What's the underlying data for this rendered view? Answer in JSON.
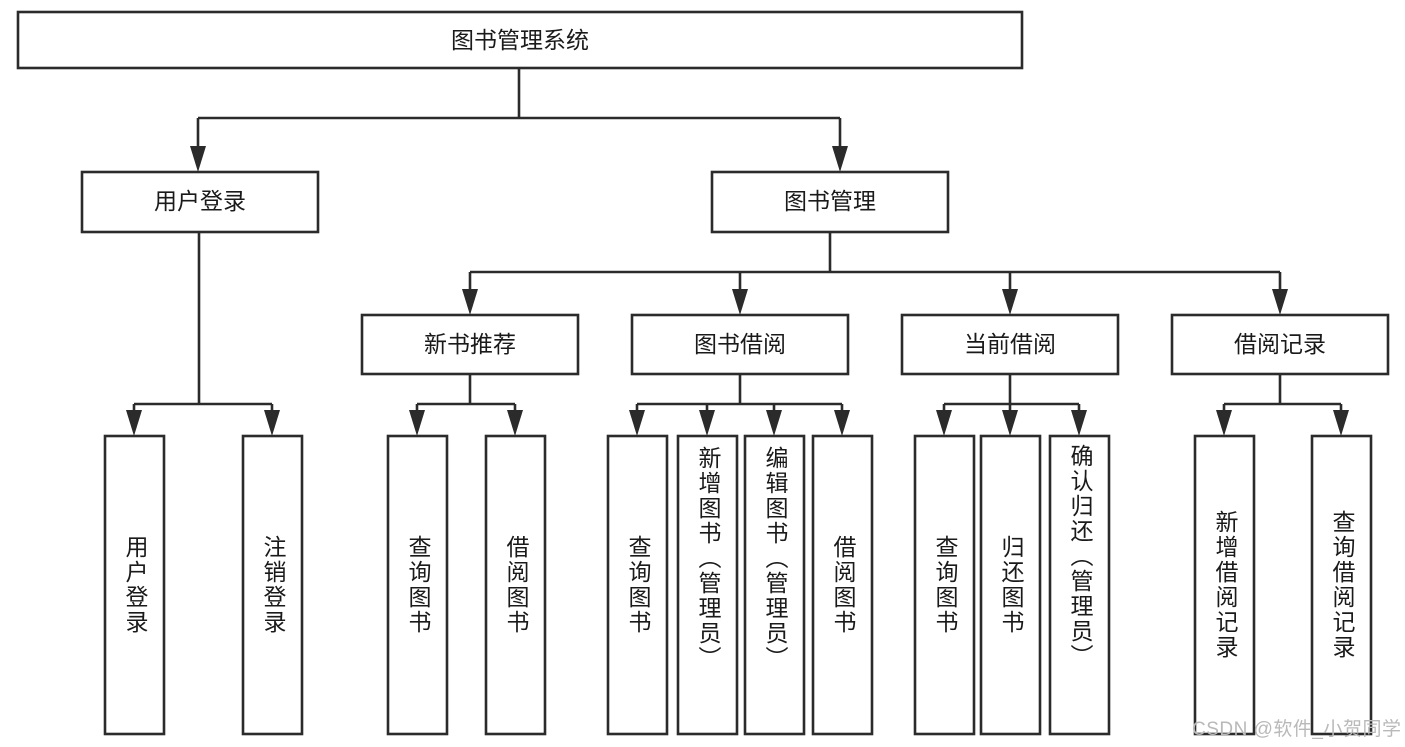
{
  "diagram": {
    "title": "图书管理系统",
    "type": "tree",
    "watermark": "CSDN @软件_小贺同学",
    "colors": {
      "stroke": "#2b2b2b",
      "fill": "#ffffff",
      "text": "#1a1a1a",
      "watermark": "#b9b9b9",
      "background": "#ffffff"
    },
    "root": {
      "label": "图书管理系统"
    },
    "level2": [
      {
        "label": "用户登录"
      },
      {
        "label": "图书管理"
      }
    ],
    "level3": [
      {
        "label": "新书推荐"
      },
      {
        "label": "图书借阅"
      },
      {
        "label": "当前借阅"
      },
      {
        "label": "借阅记录"
      }
    ],
    "leaves": {
      "user_login": [
        {
          "label": "用户登录"
        },
        {
          "label": "注销登录"
        }
      ],
      "new_book_recommend": [
        {
          "label": "查询图书"
        },
        {
          "label": "借阅图书"
        }
      ],
      "book_borrow": [
        {
          "label": "查询图书"
        },
        {
          "label": "新增图书（管理员）"
        },
        {
          "label": "编辑图书（管理员）"
        },
        {
          "label": "借阅图书"
        }
      ],
      "current_borrow": [
        {
          "label": "查询图书"
        },
        {
          "label": "归还图书"
        },
        {
          "label": "确认归还（管理员）"
        }
      ],
      "borrow_record": [
        {
          "label": "新增借阅记录"
        },
        {
          "label": "查询借阅记录"
        }
      ]
    }
  }
}
